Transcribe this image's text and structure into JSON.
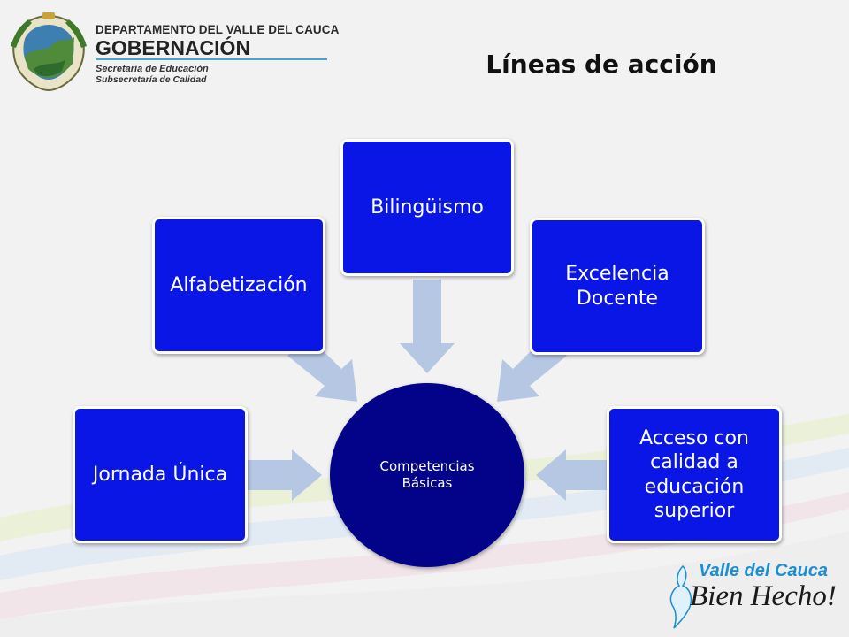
{
  "header": {
    "department": "DEPARTAMENTO DEL VALLE DEL CAUCA",
    "government": "GOBERNACIÓN",
    "secretariat": "Secretaría de Educación",
    "subsecretariat": "Subsecretaría de Calidad",
    "crest_icon": "coat-of-arms-icon"
  },
  "title": "Líneas de acción",
  "diagram": {
    "center": "Competencias Básicas",
    "nodes": [
      {
        "id": "jornada",
        "label": "Jornada Única"
      },
      {
        "id": "alfabetizacion",
        "label": "Alfabetización"
      },
      {
        "id": "bilinguismo",
        "label": "Bilingüismo"
      },
      {
        "id": "excelencia",
        "label": "Excelencia Docente"
      },
      {
        "id": "acceso",
        "label": "Acceso con calidad a educación superior"
      }
    ],
    "colors": {
      "node_fill": "#0a16e6",
      "center_fill": "#03038a",
      "arrow_fill": "#b5c7e3",
      "text": "#ffffff"
    }
  },
  "footer": {
    "brand_line1": "Valle del Cauca",
    "brand_line2": "Bien Hecho!",
    "brand_color": "#1c8fd0",
    "brand_icon": "hand-figure-icon"
  }
}
